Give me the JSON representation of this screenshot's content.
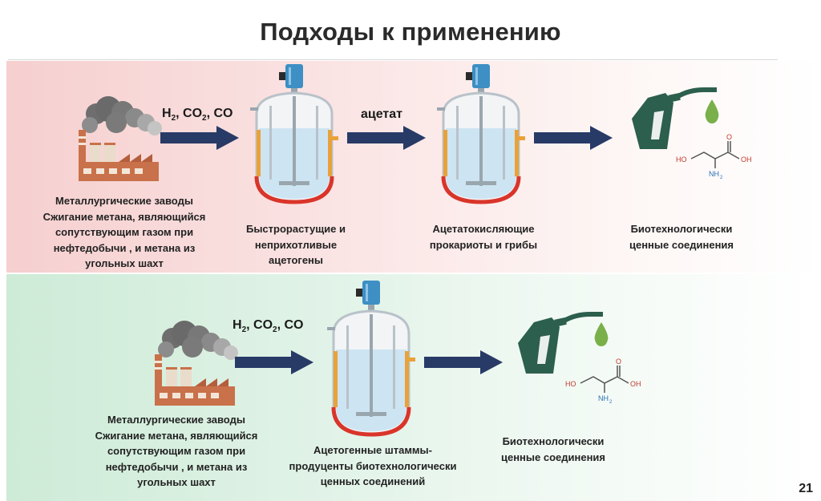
{
  "slide": {
    "title": "Подходы к применению",
    "page_number": "21"
  },
  "top_row": {
    "source_lines": [
      "Металлургические заводы",
      "Сжигание метана, являющийся",
      "сопутствующим газом при",
      "нефтедобычи , и метана из",
      "угольных шахт"
    ],
    "gas_label": {
      "a": "H",
      "b": "2",
      "c": ", CO",
      "d": "2",
      "e": ", CO"
    },
    "reactor1_lines": [
      "Быстрорастущие и",
      "неприхотливые",
      "ацетогены"
    ],
    "intermediate_label": "ацетат",
    "reactor2_lines": [
      "Ацетатокисляющие",
      "прокариоты и грибы"
    ],
    "product_lines": [
      "Биотехнологически",
      "ценные соединения"
    ]
  },
  "bottom_row": {
    "source_lines": [
      "Металлургические заводы",
      "Сжигание метана, являющийся",
      "сопутствующим газом при",
      "нефтедобычи , и метана из",
      "угольных шахт"
    ],
    "gas_label": {
      "a": "H",
      "b": "2",
      "c": ", CO",
      "d": "2",
      "e": ", CO"
    },
    "reactor_lines": [
      "Ацетогенные штаммы-",
      "продуценты биотехнологически",
      "ценных соединений"
    ],
    "product_lines": [
      "Биотехнологически",
      "ценные соединения"
    ]
  },
  "molecule": {
    "ho": "HO",
    "oh": "OH",
    "o": "O",
    "nh": "NH",
    "nh_sub": "2"
  },
  "colors": {
    "arrow": "#283a66",
    "motor": "#3d8fc4",
    "liquid": "#cde4f2",
    "heater": "#d9352a",
    "jacket": "#e9a23a",
    "pump": "#2c5f4d",
    "drop": "#79b04a",
    "smoke": "#7d7d7d",
    "brick": "#c9714a"
  },
  "icons": [
    "factory-icon",
    "arrow-icon",
    "bioreactor-icon",
    "fuel-pump-icon",
    "droplet-icon",
    "amino-acid-structure-icon"
  ]
}
